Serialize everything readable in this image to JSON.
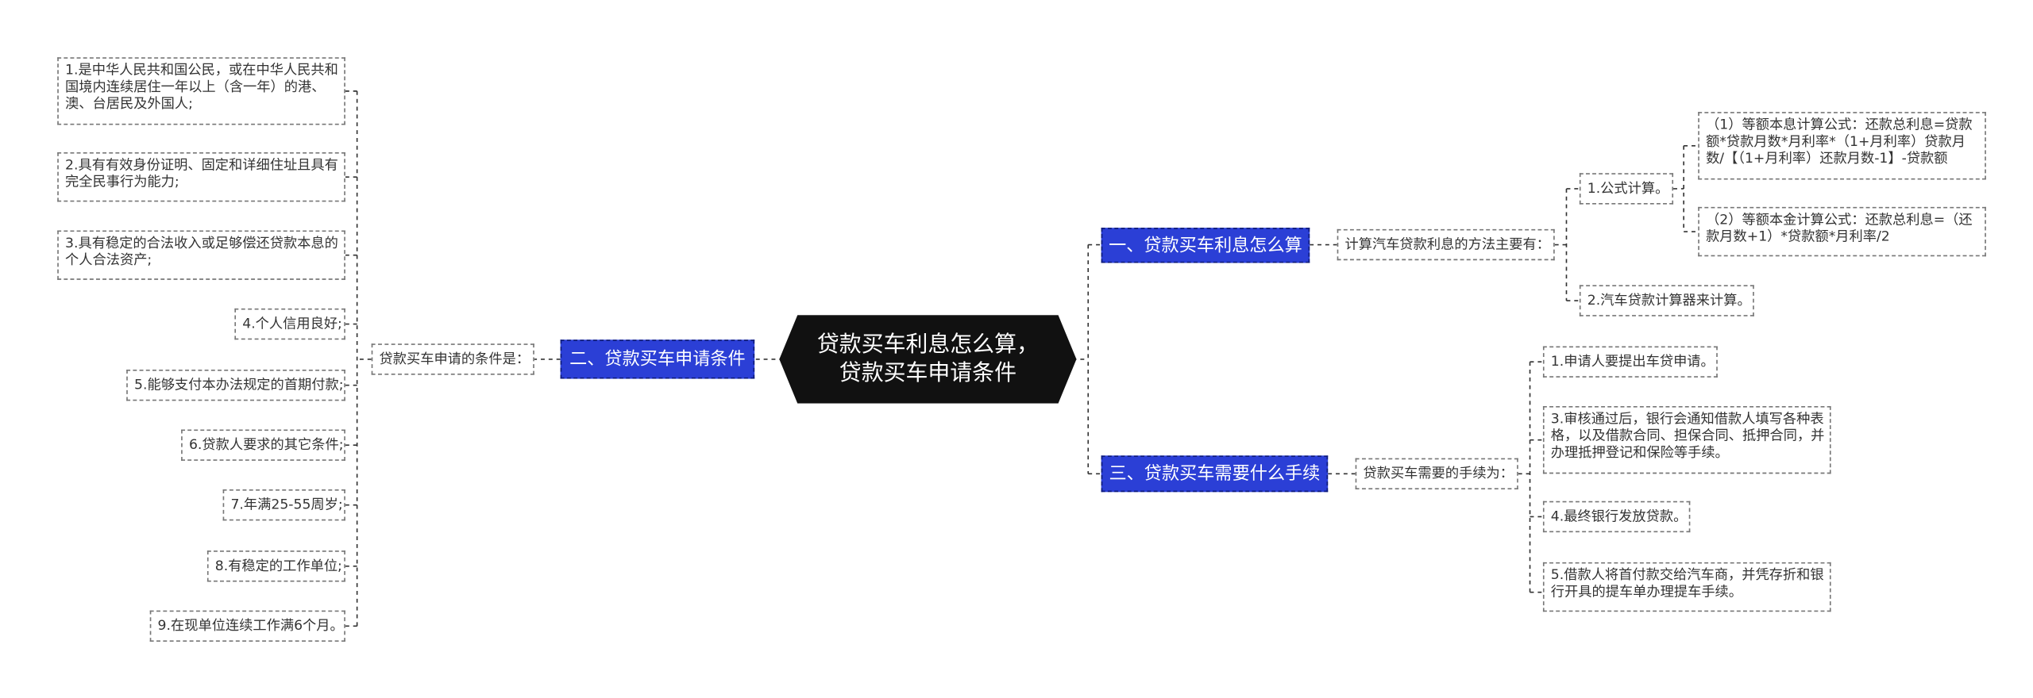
{
  "root": {
    "title": "贷款买车利息怎么算，贷款买车申请条件"
  },
  "branch1": {
    "label": "一、贷款买车利息怎么算",
    "mid": "计算汽车贷款利息的方法主要有：",
    "formula_label": "1.公式计算。",
    "formulas": [
      "（1）等额本息计算公式：还款总利息=贷款额*贷款月数*月利率*（1+月利率）贷款月数/【（1+月利率）还款月数-1】-贷款额",
      "（2）等额本金计算公式：还款总利息=（还款月数+1）*贷款额*月利率/2"
    ],
    "calculator": "2.汽车贷款计算器来计算。"
  },
  "branch2": {
    "label": "二、贷款买车申请条件",
    "mid": "贷款买车申请的条件是：",
    "conditions": [
      "1.是中华人民共和国公民，或在中华人民共和国境内连续居住一年以上（含一年）的港、澳、台居民及外国人;",
      "2.具有有效身份证明、固定和详细住址且具有完全民事行为能力;",
      "3.具有稳定的合法收入或足够偿还贷款本息的个人合法资产;",
      "4.个人信用良好;",
      "5.能够支付本办法规定的首期付款;",
      "6.贷款人要求的其它条件;",
      "7.年满25-55周岁;",
      "8.有稳定的工作单位;",
      "9.在现单位连续工作满6个月。"
    ]
  },
  "branch3": {
    "label": "三、贷款买车需要什么手续",
    "mid": "贷款买车需要的手续为：",
    "steps": [
      "1.申请人要提出车贷申请。",
      "3.审核通过后，银行会通知借款人填写各种表格，以及借款合同、担保合同、抵押合同，并办理抵押登记和保险等手续。",
      "4.最终银行发放贷款。",
      "5.借款人将首付款交给汽车商，并凭存折和银行开具的提车单办理提车手续。"
    ]
  },
  "colors": {
    "root_bg": "#111111",
    "branch_bg": "#2b3fd6",
    "connector": "#333333"
  }
}
